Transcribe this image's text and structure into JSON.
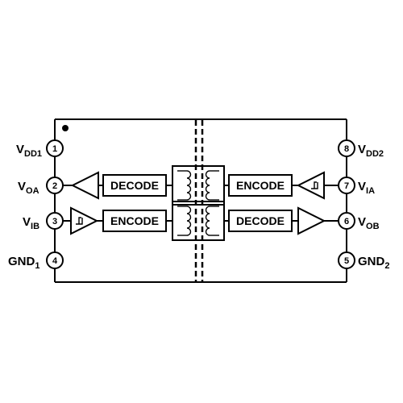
{
  "pins": {
    "p1": {
      "number": "1",
      "name": "V",
      "sub": "DD1"
    },
    "p2": {
      "number": "2",
      "name": "V",
      "sub": "OA"
    },
    "p3": {
      "number": "3",
      "name": "V",
      "sub": "IB"
    },
    "p4": {
      "number": "4",
      "name": "GND",
      "sub": "1"
    },
    "p5": {
      "number": "5",
      "name": "GND",
      "sub": "2"
    },
    "p6": {
      "number": "6",
      "name": "V",
      "sub": "OB"
    },
    "p7": {
      "number": "7",
      "name": "V",
      "sub": "IA"
    },
    "p8": {
      "number": "8",
      "name": "V",
      "sub": "DD2"
    }
  },
  "blocks": {
    "decode_a": "DECODE",
    "encode_b": "ENCODE",
    "encode_a": "ENCODE",
    "decode_b": "DECODE"
  }
}
